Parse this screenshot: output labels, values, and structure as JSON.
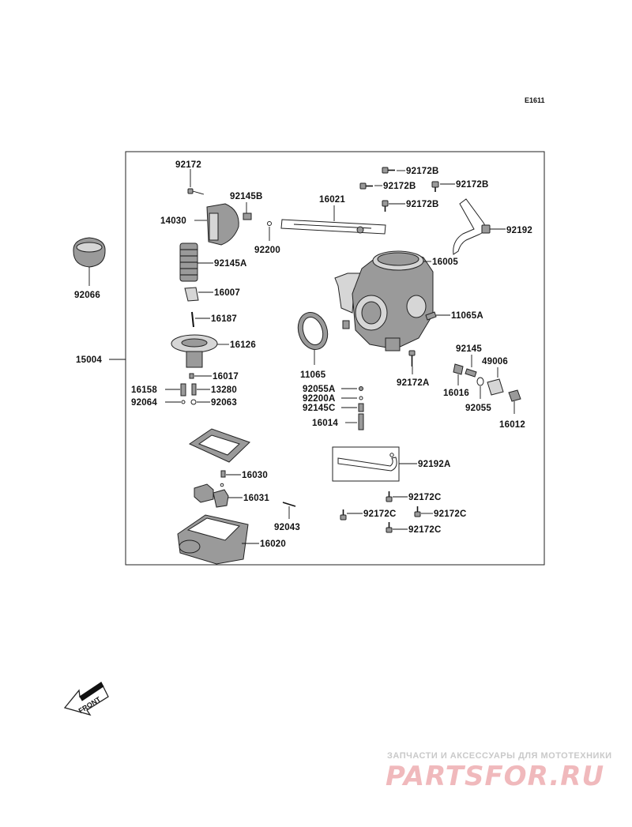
{
  "diagram_code": "E1611",
  "assembly_label": "15004",
  "front_arrow_text": "FRONT",
  "parts": {
    "p92172": "92172",
    "p92145B": "92145B",
    "p14030": "14030",
    "p92200": "92200",
    "p92145A": "92145A",
    "p16007": "16007",
    "p16187": "16187",
    "p16126": "16126",
    "p16017": "16017",
    "p16158": "16158",
    "p13280": "13280",
    "p92064": "92064",
    "p92063": "92063",
    "p16030": "16030",
    "p16031": "16031",
    "p92043": "92043",
    "p16020": "16020",
    "p92066": "92066",
    "p16021": "16021",
    "p92172B_1": "92172B",
    "p92172B_2": "92172B",
    "p92172B_3": "92172B",
    "p92172B_4": "92172B",
    "p92192": "92192",
    "p16005": "16005",
    "p11065A": "11065A",
    "p11065": "11065",
    "p92145": "92145",
    "p49006": "49006",
    "p92172A": "92172A",
    "p16016": "16016",
    "p92055": "92055",
    "p16012": "16012",
    "p92055A": "92055A",
    "p92200A": "92200A",
    "p92145C": "92145C",
    "p16014": "16014",
    "p92192A": "92192A",
    "p92172C_1": "92172C",
    "p92172C_2": "92172C",
    "p92172C_3": "92172C",
    "p92172C_4": "92172C"
  },
  "watermark": {
    "top_text": "ЗАПЧАСТИ И АКСЕССУАРЫ ДЛЯ МОТОТЕХНИКИ",
    "logo_text": "PARTSFOR.RU"
  },
  "colors": {
    "line": "#111111",
    "part_fill": "#9a9a9a",
    "watermark_logo": "#f0b9bc",
    "watermark_text": "#c9c9c9"
  }
}
